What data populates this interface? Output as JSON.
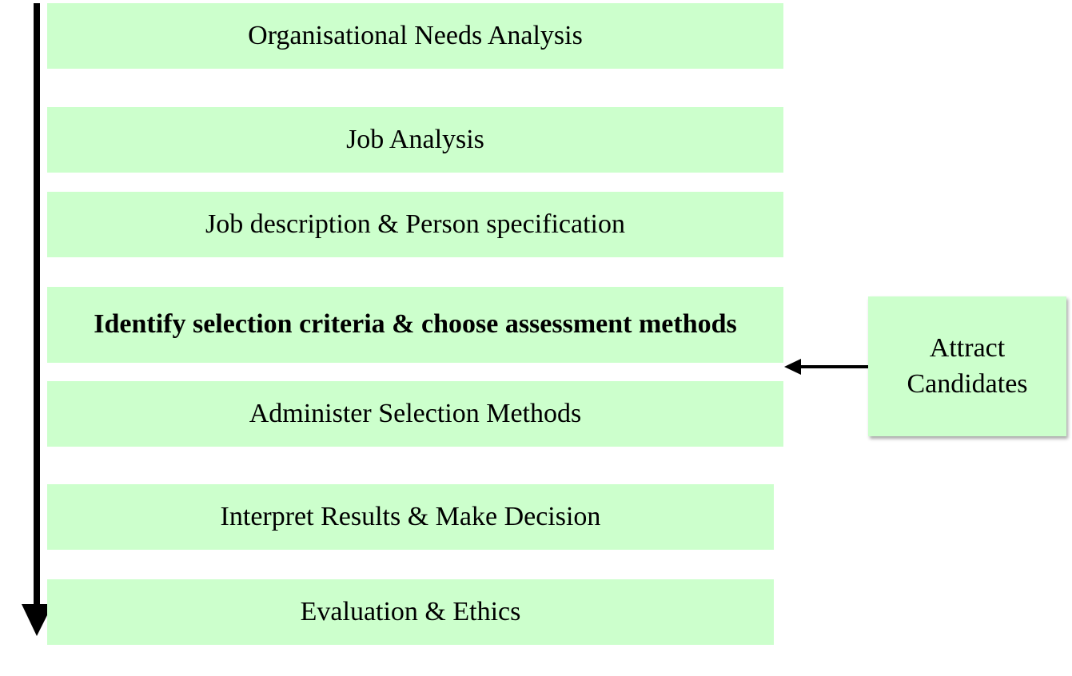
{
  "steps": [
    {
      "label": "Organisational Needs Analysis"
    },
    {
      "label": "Job Analysis"
    },
    {
      "label": "Job description & Person specification"
    },
    {
      "label": "Identify selection criteria & choose assessment methods"
    },
    {
      "label": "Administer Selection Methods"
    },
    {
      "label": "Interpret Results & Make Decision"
    },
    {
      "label": "Evaluation & Ethics"
    }
  ],
  "side_box": {
    "line1": "Attract",
    "line2": "Candidates"
  },
  "colors": {
    "box_fill": "#ccffcc",
    "arrow": "#000000"
  }
}
